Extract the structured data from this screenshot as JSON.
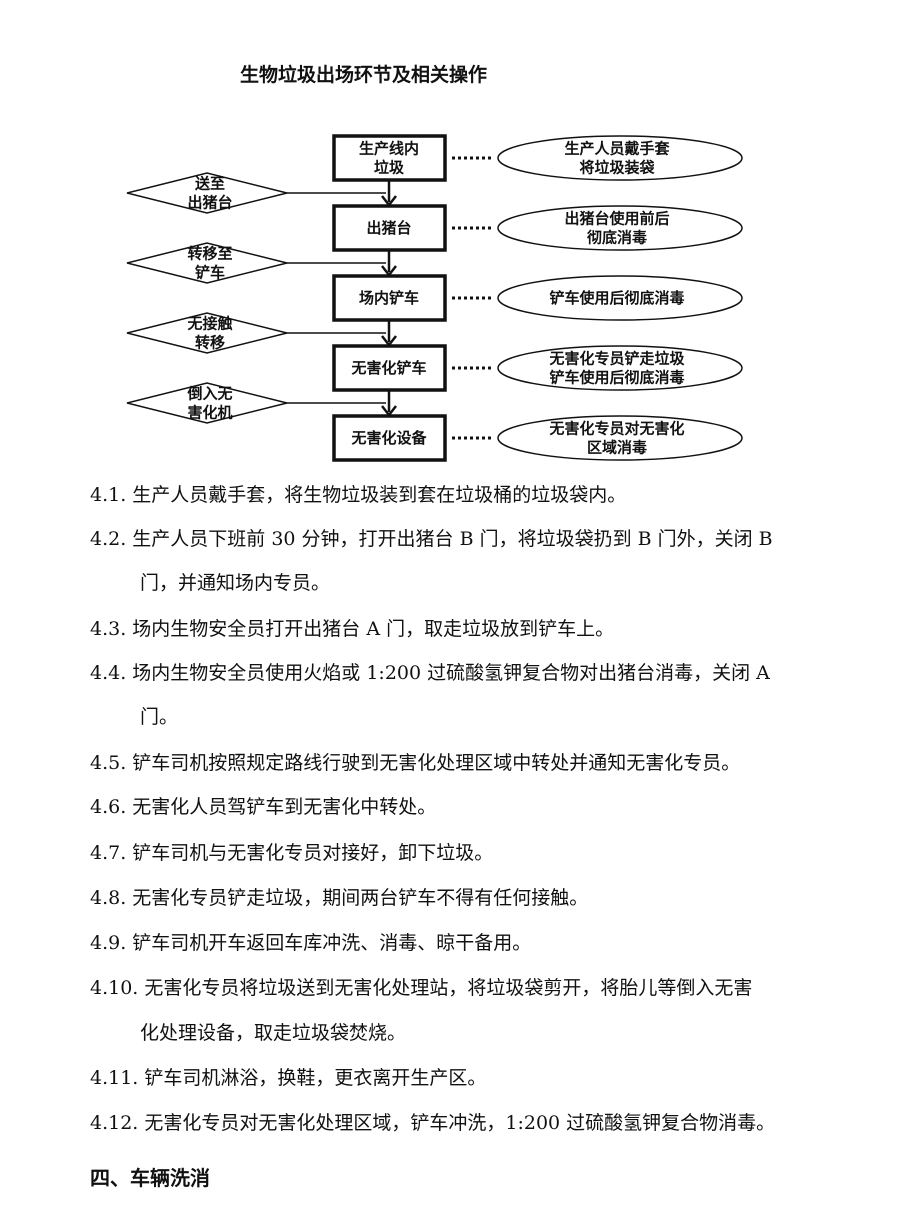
{
  "diagram": {
    "title": "生物垃圾出场环节及相关操作",
    "steps": [
      {
        "box": [
          "生产线内",
          "垃圾"
        ],
        "note": [
          "生产人员戴手套",
          "将垃圾装袋"
        ]
      },
      {
        "box": [
          "出猪台"
        ],
        "note": [
          "出猪台使用前后",
          "彻底消毒"
        ]
      },
      {
        "box": [
          "场内铲车"
        ],
        "note": [
          "铲车使用后彻底消毒"
        ]
      },
      {
        "box": [
          "无害化铲车"
        ],
        "note": [
          "无害化专员铲走垃圾",
          "铲车使用后彻底消毒"
        ]
      },
      {
        "box": [
          "无害化设备"
        ],
        "note": [
          "无害化专员对无害化",
          "区域消毒"
        ]
      }
    ],
    "transitions": [
      [
        "送至",
        "出猪台"
      ],
      [
        "转移至",
        "铲车"
      ],
      [
        "无接触",
        "转移"
      ],
      [
        "倒入无",
        "害化机"
      ]
    ]
  },
  "paragraphs": [
    {
      "lines": [
        "4.1. 生产人员戴手套，将生物垃圾装到套在垃圾桶的垃圾袋内。"
      ]
    },
    {
      "lines": [
        "4.2. 生产人员下班前 30 分钟，打开出猪台 B 门，将垃圾袋扔到 B 门外，关闭 B",
        "门，并通知场内专员。"
      ]
    },
    {
      "lines": [
        "4.3. 场内生物安全员打开出猪台 A 门，取走垃圾放到铲车上。"
      ]
    },
    {
      "lines": [
        "4.4. 场内生物安全员使用火焰或 1:200 过硫酸氢钾复合物对出猪台消毒，关闭 A",
        "门。"
      ]
    },
    {
      "lines": [
        "4.5. 铲车司机按照规定路线行驶到无害化处理区域中转处并通知无害化专员。"
      ]
    },
    {
      "lines": [
        "4.6. 无害化人员驾铲车到无害化中转处。"
      ]
    },
    {
      "lines": [
        "4.7. 铲车司机与无害化专员对接好，卸下垃圾。"
      ]
    },
    {
      "lines": [
        "4.8. 无害化专员铲走垃圾，期间两台铲车不得有任何接触。"
      ]
    },
    {
      "lines": [
        "4.9. 铲车司机开车返回车库冲洗、消毒、晾干备用。"
      ]
    },
    {
      "lines": [
        "4.10. 无害化专员将垃圾送到无害化处理站，将垃圾袋剪开，将胎儿等倒入无害",
        "化处理设备，取走垃圾袋焚烧。"
      ]
    },
    {
      "lines": [
        "4.11. 铲车司机淋浴，换鞋，更衣离开生产区。"
      ]
    },
    {
      "lines": [
        "4.12. 无害化专员对无害化处理区域，铲车冲洗，1:200 过硫酸氢钾复合物消毒。"
      ]
    }
  ],
  "section_heading": "四、车辆洗消"
}
